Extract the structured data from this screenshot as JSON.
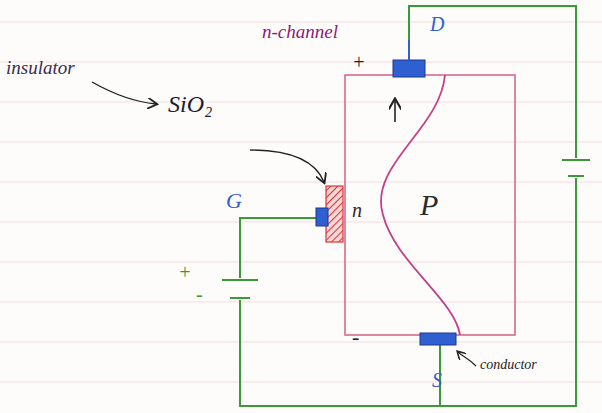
{
  "diagram": {
    "labels": [
      "insulator",
      "n-channel",
      "SiO₂",
      "+",
      "D",
      "G",
      "n",
      "P",
      "+",
      "-",
      "-",
      "S",
      "conductor"
    ]
  }
}
